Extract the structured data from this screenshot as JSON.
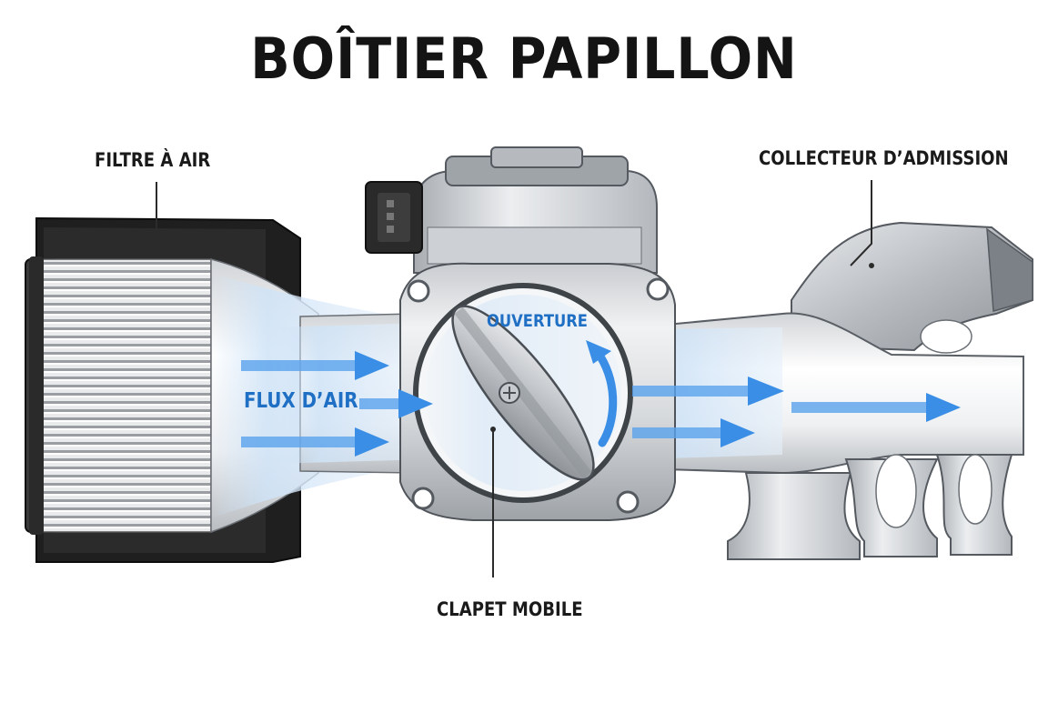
{
  "title": "BOÎTIER PAPILLON",
  "labels": {
    "air_filter": "FILTRE À AIR",
    "intake_manifold": "COLLECTEUR D’ADMISSION",
    "airflow": "FLUX D’AIR",
    "opening": "OUVERTURE",
    "movable_valve": "CLAPET MOBILE"
  },
  "colors": {
    "airflow_arrow": "#3a8ee6",
    "label_blue": "#1f6fc4",
    "metal_light": "#e2e4e6",
    "metal_dark": "#8a8e93",
    "housing_black": "#1b1b1b"
  },
  "icons": {
    "connector": "electrical-connector-icon",
    "arrow": "airflow-arrow-icon"
  }
}
